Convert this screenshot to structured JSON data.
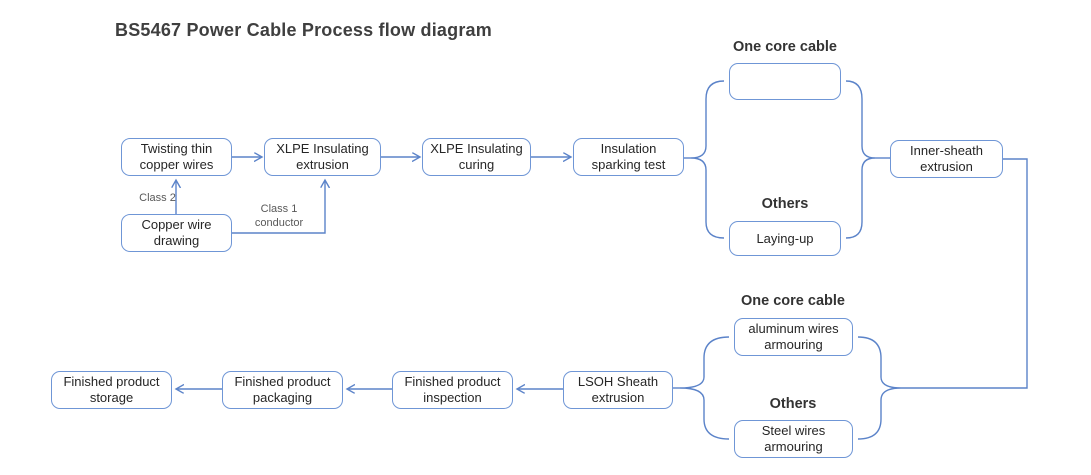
{
  "title": "BS5467 Power Cable Process flow diagram",
  "colors": {
    "line-color": "#5b83c9",
    "box-border-color": "#6f96d6",
    "thick-arrow-color": "#2e5da8",
    "box-text-color": "#262626",
    "title-color": "#3f3f3f",
    "branch-label-color": "#333333",
    "edge-label-color": "#595959"
  },
  "nodes": {
    "twisting": "Twisting thin copper wires",
    "copper_drawing": "Copper wire drawing",
    "xlpe_extrusion": "XLPE Insulating extrusion",
    "xlpe_curing": "XLPE Insulating curing",
    "sparking_test": "Insulation sparking test",
    "laying_up": "Laying-up",
    "inner_sheath": "Inner-sheath extrusion",
    "aluminum_armouring": "aluminum wires armouring",
    "steel_armouring": "Steel wires armouring",
    "lsoh_extrusion": "LSOH Sheath extrusion",
    "inspection": "Finished product inspection",
    "packaging": "Finished product packaging",
    "storage": "Finished product storage"
  },
  "branch_labels": {
    "top_one_core": "One core cable",
    "top_others": "Others",
    "bottom_one_core": "One core cable",
    "bottom_others": "Others"
  },
  "edge_labels": {
    "class_2": "Class 2",
    "class_1": "Class 1 conductor"
  },
  "flow": {
    "edges": [
      {
        "from": "Copper wire drawing",
        "to": "Twisting thin copper wires",
        "label": "Class 2"
      },
      {
        "from": "Copper wire drawing",
        "to": "XLPE Insulating extrusion",
        "label": "Class 1 conductor"
      },
      {
        "from": "Twisting thin copper wires",
        "to": "XLPE Insulating extrusion",
        "label": ""
      },
      {
        "from": "XLPE Insulating extrusion",
        "to": "XLPE Insulating curing",
        "label": ""
      },
      {
        "from": "XLPE Insulating curing",
        "to": "Insulation sparking test",
        "label": ""
      },
      {
        "from": "Insulation sparking test",
        "to": "branch: One core cable (pass-through) / Others (Laying-up)",
        "label": ""
      },
      {
        "from": "branch top",
        "to": "Inner-sheath extrusion",
        "label": ""
      },
      {
        "from": "Inner-sheath extrusion",
        "to": "branch: One core cable (aluminum wires armouring) / Others (Steel wires armouring)",
        "label": ""
      },
      {
        "from": "branch bottom",
        "to": "LSOH Sheath extrusion",
        "label": ""
      },
      {
        "from": "LSOH Sheath extrusion",
        "to": "Finished product inspection",
        "label": ""
      },
      {
        "from": "Finished product inspection",
        "to": "Finished product packaging",
        "label": ""
      },
      {
        "from": "Finished product packaging",
        "to": "Finished product storage",
        "label": ""
      }
    ]
  }
}
